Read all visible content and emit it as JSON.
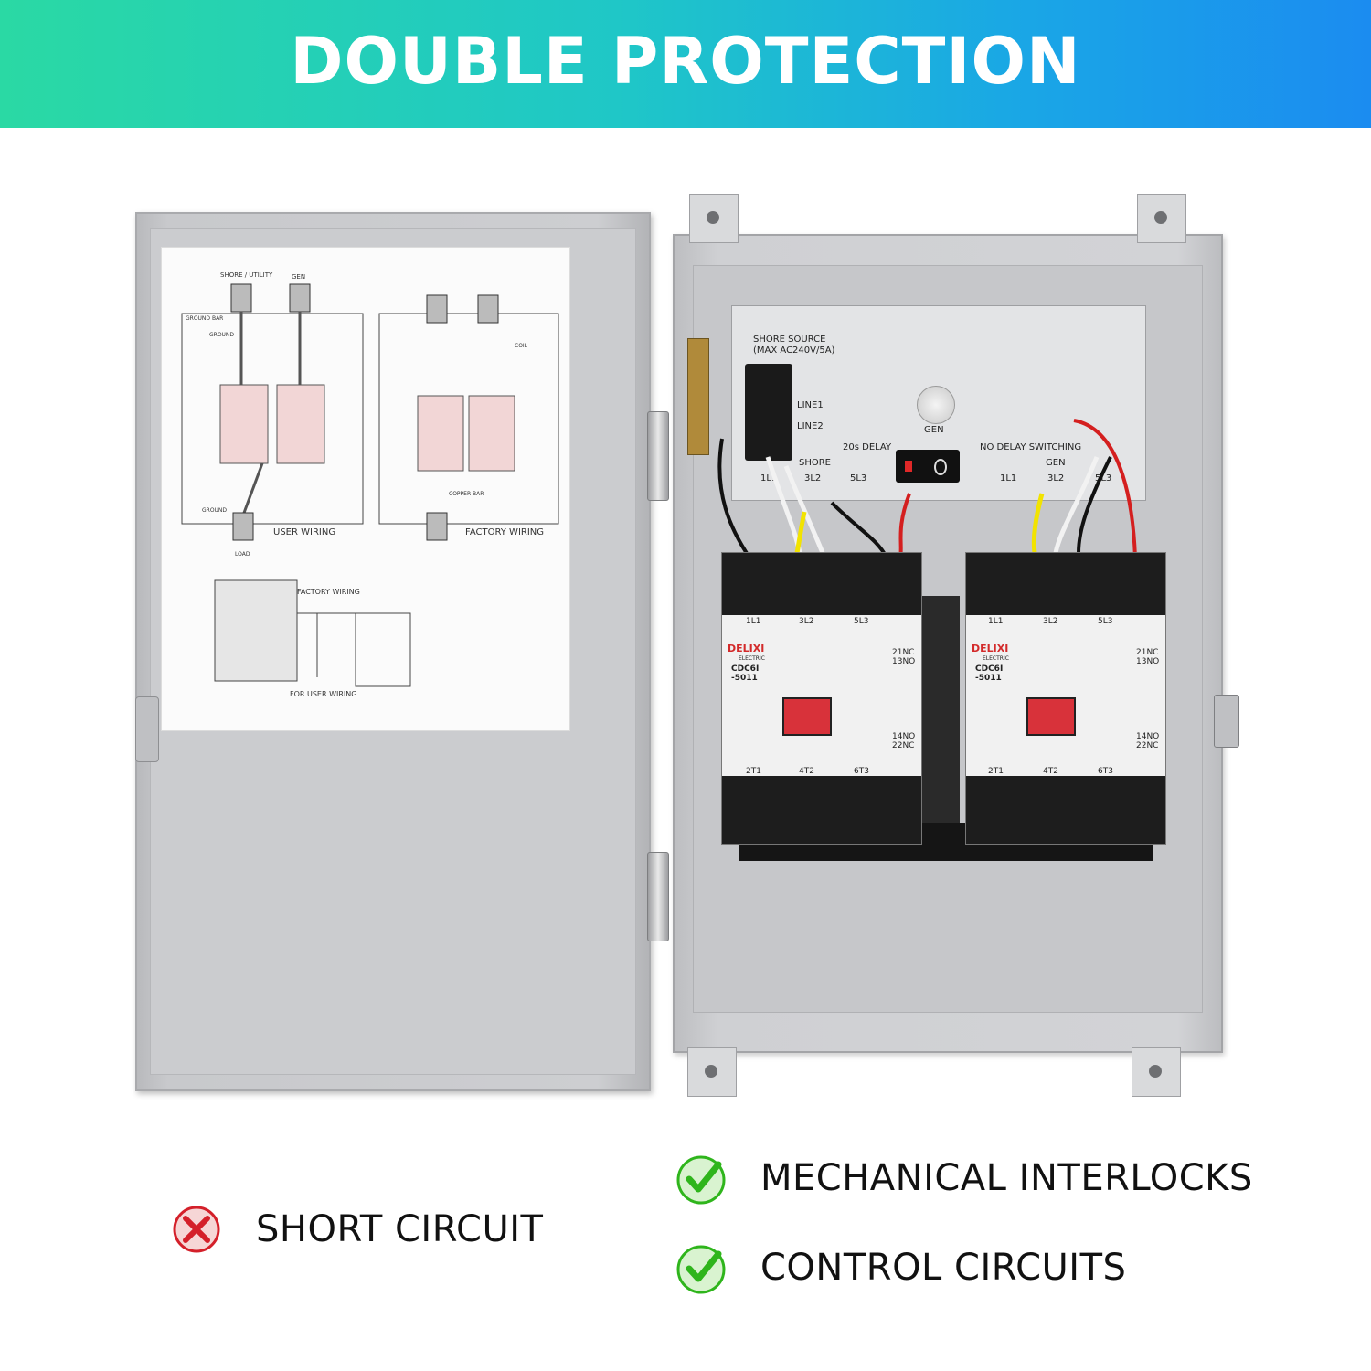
{
  "banner": {
    "title": "DOUBLE PROTECTION",
    "gradient_start": "#2ad9a4",
    "gradient_end": "#1b8cf0"
  },
  "door_sticker": {
    "user_wiring": "USER WIRING",
    "factory_wiring": "FACTORY WIRING",
    "factory_wiring_small": "FACTORY WIRING",
    "for_user_wiring": "FOR USER WIRING",
    "shore_utility": "SHORE / UTILITY",
    "gen": "GEN",
    "ground_bar": "GROUND BAR",
    "ground": "GROUND",
    "load": "LOAD",
    "copper_bar": "COPPER BAR",
    "coil": "COIL"
  },
  "control_panel": {
    "shore_source": "SHORE SOURCE",
    "shore_rating": "(MAX AC240V/5A)",
    "line1": "LINE1",
    "line2": "LINE2",
    "gen": "GEN",
    "delay": "20s DELAY",
    "no_delay": "NO DELAY SWITCHING",
    "shore": "SHORE",
    "gen_section": "GEN",
    "terminals_left": [
      "1L1",
      "3L2",
      "5L3"
    ],
    "terminals_right": [
      "1L1",
      "3L2",
      "5L3"
    ]
  },
  "contactors": [
    {
      "brand": "DELIXI",
      "sub": "ELECTRIC",
      "model": "CDC6I -5011",
      "top": [
        "1L1",
        "3L2",
        "5L3"
      ],
      "bottom": [
        "2T1",
        "4T2",
        "6T3"
      ],
      "aux_top": "21NC 13NO",
      "aux_bottom": "14NO 22NC"
    },
    {
      "brand": "DELIXI",
      "sub": "ELECTRIC",
      "model": "CDC6I -5011",
      "top": [
        "1L1",
        "3L2",
        "5L3"
      ],
      "bottom": [
        "2T1",
        "4T2",
        "6T3"
      ],
      "aux_top": "21NC 13NO",
      "aux_bottom": "14NO 22NC"
    }
  ],
  "features": {
    "negative": {
      "icon": "x-circle-icon",
      "color": "#d4202a",
      "label": "SHORT CIRCUIT"
    },
    "positive": [
      {
        "icon": "checkmark-circle-icon",
        "color": "#2fb51c",
        "label": "MECHANICAL INTERLOCKS"
      },
      {
        "icon": "checkmark-circle-icon",
        "color": "#2fb51c",
        "label": "CONTROL CIRCUITS"
      }
    ]
  }
}
